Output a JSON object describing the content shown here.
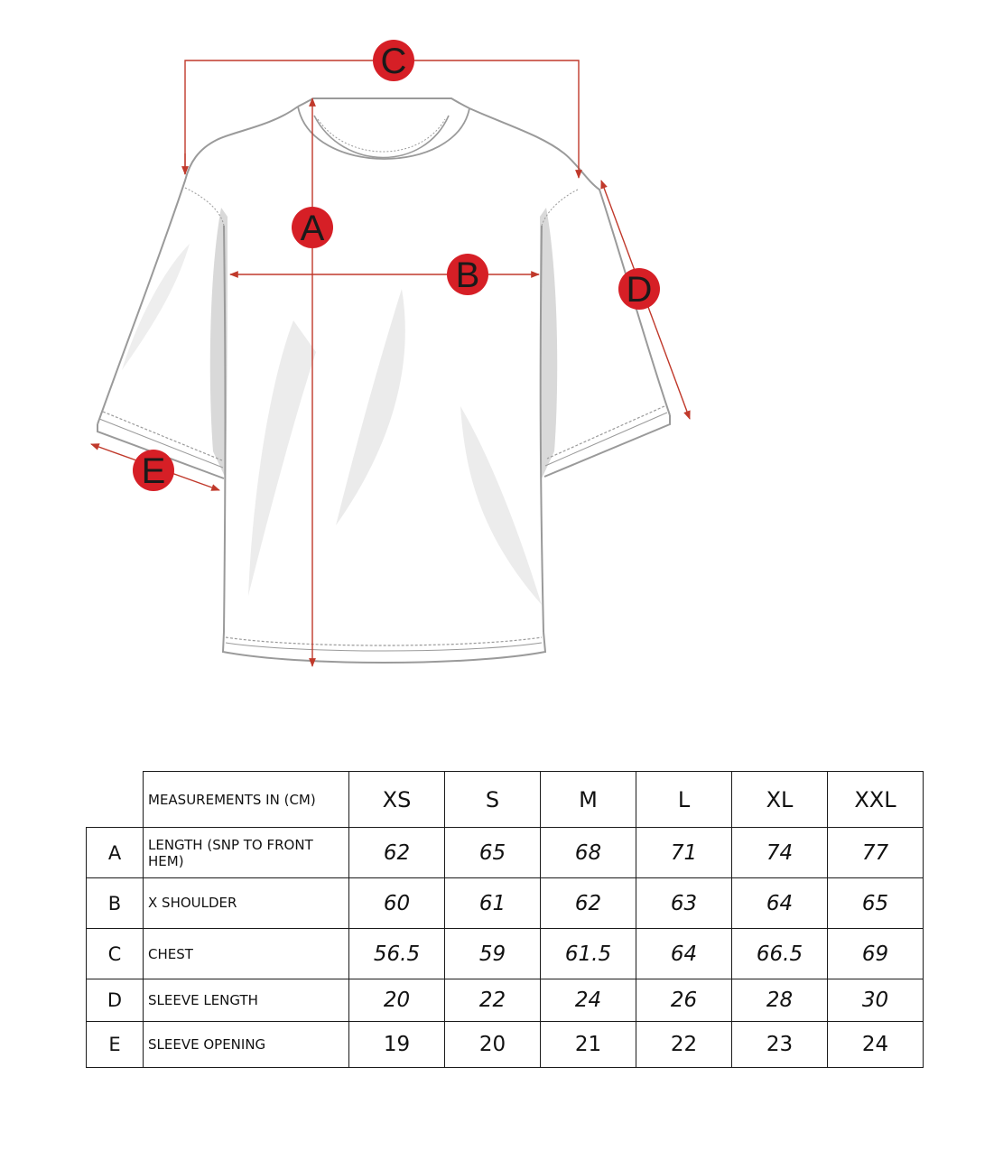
{
  "diagram": {
    "markers": [
      {
        "key": "A"
      },
      {
        "key": "B"
      },
      {
        "key": "C"
      },
      {
        "key": "D"
      },
      {
        "key": "E"
      }
    ],
    "marker_color": "#d61f26",
    "line_color": "#c0392b",
    "outline_color": "#9a9a9a"
  },
  "table": {
    "header_label": "MEASUREMENTS IN (CM)",
    "sizes": [
      "XS",
      "S",
      "M",
      "L",
      "XL",
      "XXL"
    ],
    "rows": [
      {
        "letter": "A",
        "label": "LENGTH (SNP TO FRONT HEM)",
        "values": [
          "62",
          "65",
          "68",
          "71",
          "74",
          "77"
        ]
      },
      {
        "letter": "B",
        "label": "X SHOULDER",
        "values": [
          "60",
          "61",
          "62",
          "63",
          "64",
          "65"
        ]
      },
      {
        "letter": "C",
        "label": "CHEST",
        "values": [
          "56.5",
          "59",
          "61.5",
          "64",
          "66.5",
          "69"
        ]
      },
      {
        "letter": "D",
        "label": "SLEEVE LENGTH",
        "values": [
          "20",
          "22",
          "24",
          "26",
          "28",
          "30"
        ]
      },
      {
        "letter": "E",
        "label": "SLEEVE OPENING",
        "values": [
          "19",
          "20",
          "21",
          "22",
          "23",
          "24"
        ]
      }
    ]
  }
}
